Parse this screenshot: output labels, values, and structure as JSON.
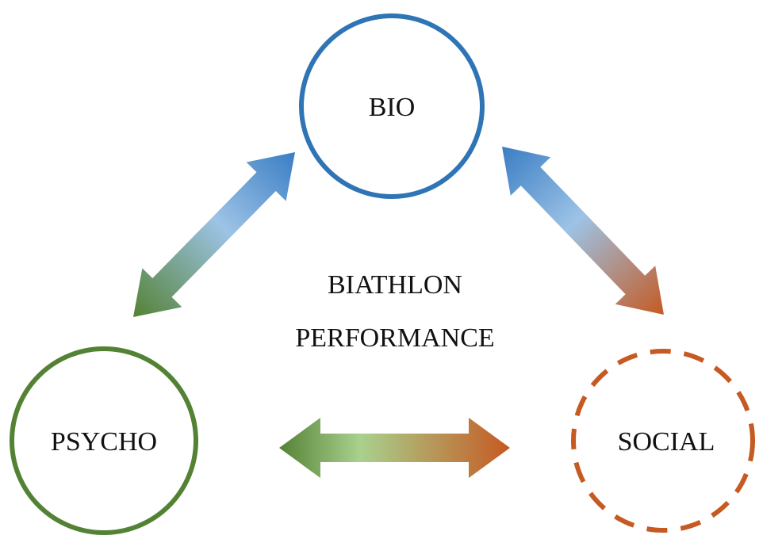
{
  "nodes": {
    "bio": {
      "label": "BIO",
      "color": "#2f74b5",
      "border": "solid"
    },
    "psycho": {
      "label": "PSYCHO",
      "color": "#548235",
      "border": "solid"
    },
    "social": {
      "label": "SOCIAL",
      "color": "#c55a22",
      "border": "dashed"
    }
  },
  "center": {
    "line1": "BIATHLON",
    "line2": "PERFORMANCE"
  },
  "arrows": [
    {
      "name": "bio-psycho-arrow",
      "from": "bio",
      "to": "psycho",
      "colors": [
        "#3a7dc4",
        "#9dc3e6",
        "#548235"
      ]
    },
    {
      "name": "bio-social-arrow",
      "from": "bio",
      "to": "social",
      "colors": [
        "#3a7dc4",
        "#9dc3e6",
        "#c55a22"
      ]
    },
    {
      "name": "psycho-social-arrow",
      "from": "psycho",
      "to": "social",
      "colors": [
        "#548235",
        "#a9d18e",
        "#c55a22"
      ]
    }
  ]
}
